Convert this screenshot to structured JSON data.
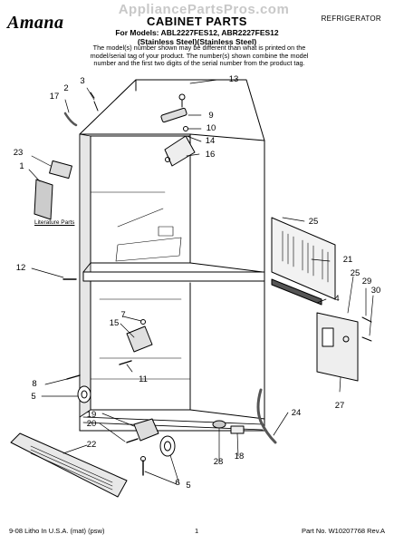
{
  "header": {
    "brand": "Amana",
    "watermark": "AppliancePartsPros.com",
    "doc_type": "REFRIGERATOR",
    "title": "CABINET PARTS",
    "models_line1": "For Models: ABL2227FES12, ABR2227FES12",
    "models_line2": "(Stainless Steel)(Stainless Steel)",
    "note_line1": "The model(s) number shown may be different than what is printed on the",
    "note_line2": "model/serial tag of your product. The number(s) shown combine the model",
    "note_line3": "number and the first two digits of the serial number from the product tag."
  },
  "diagram": {
    "literature_label": "Literature Parts",
    "callouts": {
      "c1": "1",
      "c2": "2",
      "c3": "3",
      "c4": "4",
      "c5a": "5",
      "c5b": "5",
      "c6": "6",
      "c7": "7",
      "c8": "8",
      "c9": "9",
      "c10": "10",
      "c11": "11",
      "c12": "12",
      "c13": "13",
      "c14": "14",
      "c15": "15",
      "c16": "16",
      "c17": "17",
      "c18": "18",
      "c19": "19",
      "c20": "20",
      "c21": "21",
      "c22": "22",
      "c23": "23",
      "c24": "24",
      "c25a": "25",
      "c25b": "25",
      "c27": "27",
      "c28": "28",
      "c29": "29",
      "c30": "30"
    }
  },
  "footer": {
    "left": "9-08 Litho In U.S.A. (mat) (psw)",
    "center": "1",
    "right": "Part No. W10207768 Rev.A"
  }
}
